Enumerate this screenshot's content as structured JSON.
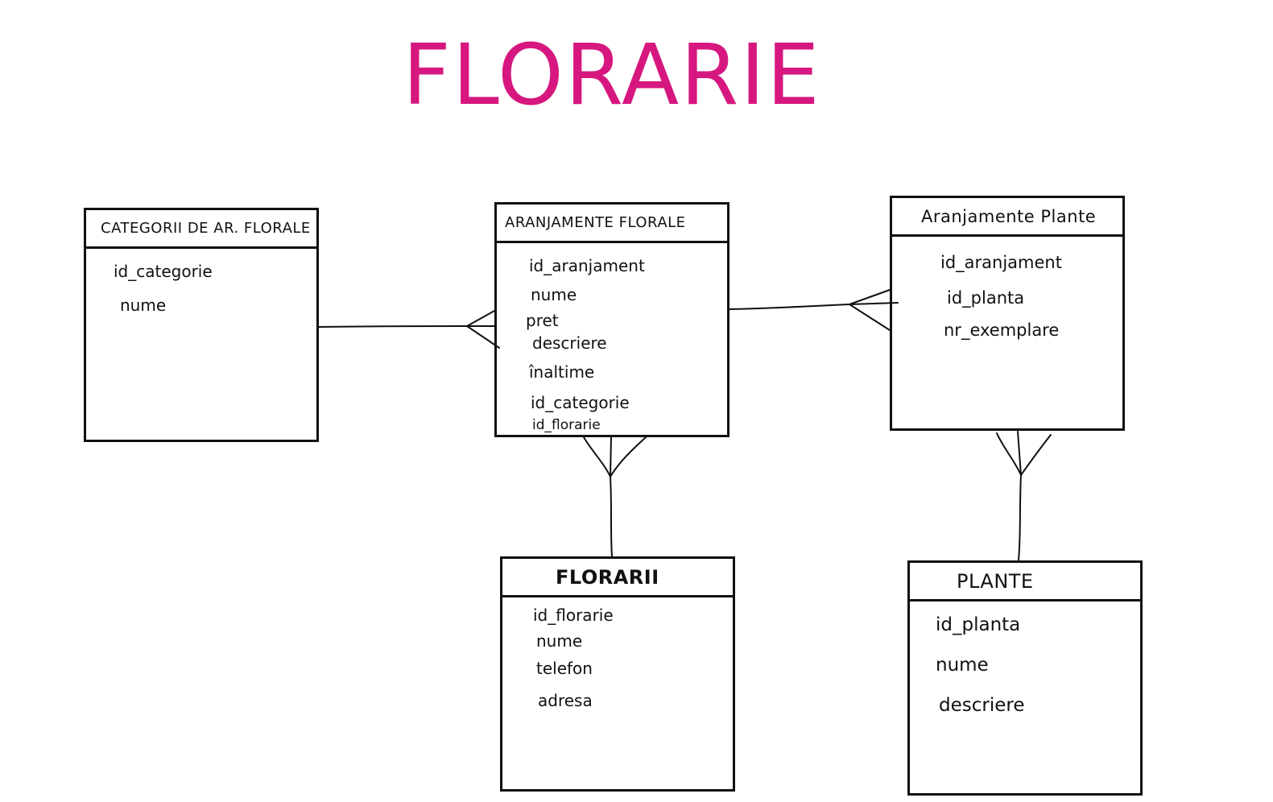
{
  "title": {
    "text": "FLORARIE",
    "color": "#d6177f"
  },
  "entities": {
    "categorii": {
      "name": "CATEGORII DE AR. FLORALE",
      "attributes": [
        "id_categorie",
        "nume"
      ]
    },
    "aranjamente": {
      "name": "ARANJAMENTE FLORALE",
      "attributes": [
        "id_aranjament",
        "nume",
        "pret",
        "descriere",
        "înaltime",
        "id_categorie",
        "id_florarie"
      ]
    },
    "aranjamente_plante": {
      "name": "Aranjamente Plante",
      "attributes": [
        "id_aranjament",
        "id_planta",
        "nr_exemplare"
      ]
    },
    "florarii": {
      "name": "FLORARII",
      "attributes": [
        "id_florarie",
        "nume",
        "telefon",
        "adresa"
      ]
    },
    "plante": {
      "name": "PLANTE",
      "attributes": [
        "id_planta",
        "nume",
        "descriere"
      ]
    }
  }
}
